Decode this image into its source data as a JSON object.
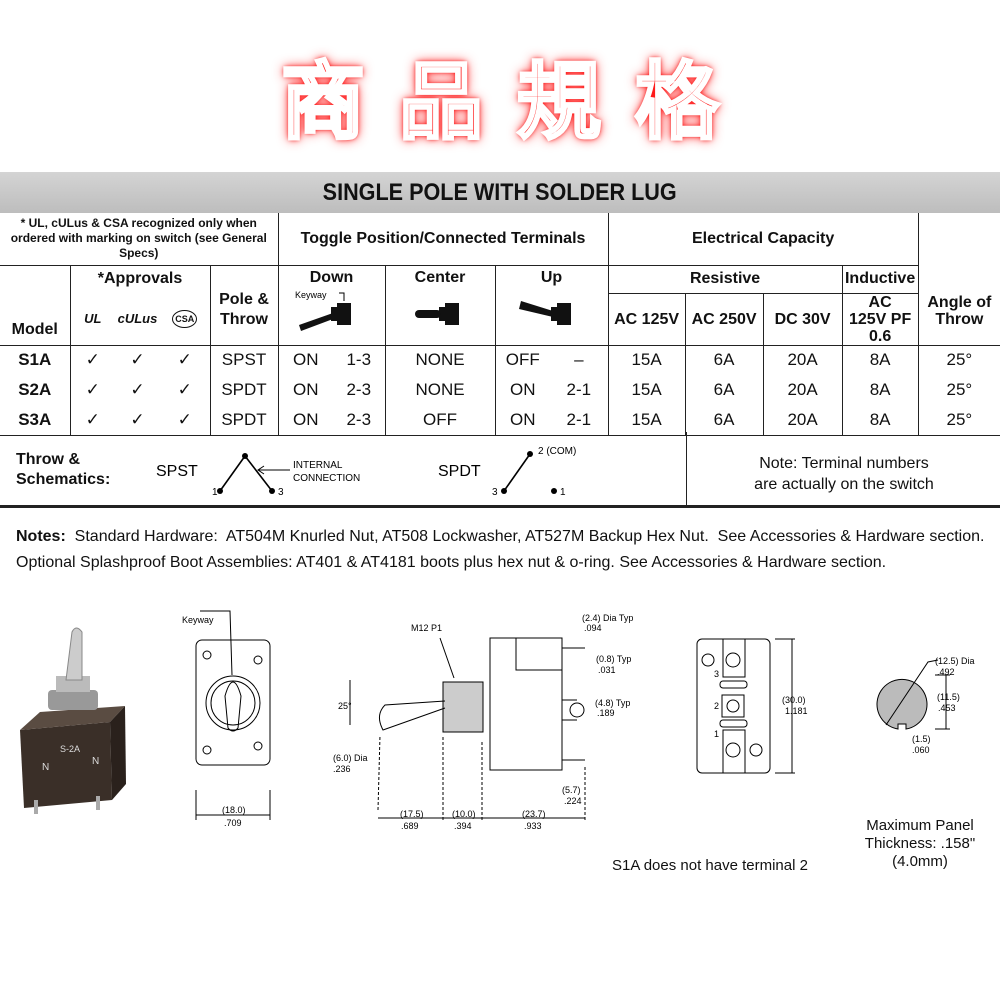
{
  "title": "商品規格",
  "band": "SINGLE POLE WITH SOLDER LUG",
  "header": {
    "approval_note": "* UL, cULus & CSA recognized only when ordered with marking on switch (see General Specs)",
    "toggle_group": "Toggle Position/Connected Terminals",
    "electrical_group": "Electrical Capacity",
    "model": "Model",
    "approvals": "*Approvals",
    "approval_marks": [
      "UL",
      "cULus",
      "CSA"
    ],
    "pole_throw": "Pole & Throw",
    "down": "Down",
    "keyway": "Keyway",
    "center": "Center",
    "up": "Up",
    "resistive": "Resistive",
    "inductive": "Inductive",
    "ac125": "AC 125V",
    "ac250": "AC 250V",
    "dc30": "DC 30V",
    "ind": "AC 125V PF 0.6",
    "angle": "Angle of Throw"
  },
  "rows": [
    {
      "model": "S1A",
      "ul": "✓",
      "culus": "✓",
      "csa": "✓",
      "pt": "SPST",
      "down": "ON",
      "down_t": "1-3",
      "center": "NONE",
      "up": "OFF",
      "up_t": "–",
      "ac125": "15A",
      "ac250": "6A",
      "dc30": "20A",
      "ind": "8A",
      "angle": "25°"
    },
    {
      "model": "S2A",
      "ul": "✓",
      "culus": "✓",
      "csa": "✓",
      "pt": "SPDT",
      "down": "ON",
      "down_t": "2-3",
      "center": "NONE",
      "up": "ON",
      "up_t": "2-1",
      "ac125": "15A",
      "ac250": "6A",
      "dc30": "20A",
      "ind": "8A",
      "angle": "25°"
    },
    {
      "model": "S3A",
      "ul": "✓",
      "culus": "✓",
      "csa": "✓",
      "pt": "SPDT",
      "down": "ON",
      "down_t": "2-3",
      "center": "OFF",
      "up": "ON",
      "up_t": "2-1",
      "ac125": "15A",
      "ac250": "6A",
      "dc30": "20A",
      "ind": "8A",
      "angle": "25°"
    }
  ],
  "schematics": {
    "label": "Throw & Schematics:",
    "spst": "SPST",
    "spdt": "SPDT",
    "internal": "INTERNAL CONNECTION",
    "t1": "1",
    "t2com": "2 (COM)",
    "t3": "3",
    "note": "Note: Terminal numbers are actually on the switch"
  },
  "notes": [
    {
      "bold": "Notes:",
      "text": "  Standard Hardware:  AT504M Knurled Nut, AT508 Lockwasher, AT527M Backup Hex Nut.  See Accessories & Hardware section."
    },
    {
      "bold": "",
      "text": "Optional Splashproof Boot Assemblies:  AT401 & AT4181 boots plus hex nut & o-ring.  See Accessories & Hardware section."
    }
  ],
  "drawings": {
    "photo_marks": [
      "S-2A",
      "N",
      "N"
    ],
    "front": {
      "keyway": "Keyway",
      "w_mm": "(18.0)",
      "w_in": ".709"
    },
    "side": {
      "thread": "M12 P1",
      "angle": "25°",
      "dia_mm": "(6.0) Dia",
      "dia_in": ".236",
      "pin_mm": "(2.4) Dia Typ",
      "pin_in": ".094",
      "t_mm": "(0.8) Typ",
      "t_in": ".031",
      "lug_mm": "(4.8) Typ",
      "lug_in": ".189",
      "l1_mm": "(17.5)",
      "l1_in": ".689",
      "l2_mm": "(10.0)",
      "l2_in": ".394",
      "l3_mm": "(23.7)",
      "l3_in": ".933",
      "l4_mm": "(5.7)",
      "l4_in": ".224"
    },
    "back": {
      "h_mm": "(30.0)",
      "h_in": "1.181",
      "terms": [
        "3",
        "2",
        "1"
      ]
    },
    "cutout": {
      "dia_mm": "(12.5) Dia",
      "dia_in": ".492",
      "flat_mm": "(11.5)",
      "flat_in": ".453",
      "key_mm": "(1.5)",
      "key_in": ".060"
    },
    "s1a_note": "S1A does not have terminal 2",
    "panel": "Maximum Panel Thickness: .158\" (4.0mm)"
  }
}
